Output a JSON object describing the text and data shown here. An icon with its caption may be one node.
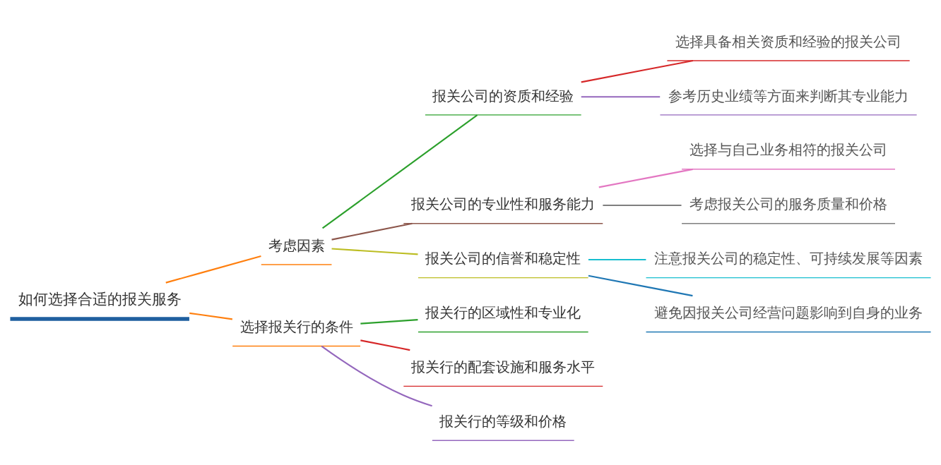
{
  "diagram": {
    "nodes": [
      {
        "text": [
          "如何选择合适的报关服务"
        ]
      },
      {
        "text": [
          "考虑因素"
        ]
      },
      {
        "text": [
          "报关公司的资质和经验"
        ]
      },
      {
        "text": [
          "选择具备相关资质和经验的报关公司"
        ]
      },
      {
        "text": [
          "参考历史业绩等方面来判断其专业能力"
        ]
      },
      {
        "text": [
          "报关公司的专业性和服务能力"
        ]
      },
      {
        "text": [
          "选择与自己业务相符的报关公司"
        ]
      },
      {
        "text": [
          "考虑报关公司的服务质量和价格"
        ]
      },
      {
        "text": [
          "报关公司的信誉和稳定性"
        ]
      },
      {
        "text": [
          "注意报关公司的稳定性、可持续发展等因素"
        ]
      },
      {
        "text": [
          "避免因报关公司经营问题影响到自身的业务"
        ]
      },
      {
        "text": [
          "选择报关行的条件"
        ]
      },
      {
        "text": [
          "报关行的区域性和专业化"
        ]
      },
      {
        "text": [
          "报关行的配套设施和服务水平"
        ]
      },
      {
        "text": [
          "报关行的等级和价格"
        ]
      }
    ],
    "edges": [
      {
        "from": 0,
        "to": 1,
        "arrow": "none",
        "color": "#ff7f0e"
      },
      {
        "from": 1,
        "to": 2,
        "arrow": "none",
        "color": "#2ca02c"
      },
      {
        "from": 2,
        "to": 3,
        "arrow": "none",
        "color": "#d62728"
      },
      {
        "from": 2,
        "to": 4,
        "arrow": "none",
        "color": "#9467bd"
      },
      {
        "from": 1,
        "to": 5,
        "arrow": "none",
        "color": "#8c564b"
      },
      {
        "from": 5,
        "to": 6,
        "arrow": "none",
        "color": "#e377c2"
      },
      {
        "from": 5,
        "to": 7,
        "arrow": "none",
        "color": "#7f7f7f"
      },
      {
        "from": 1,
        "to": 8,
        "arrow": "none",
        "color": "#bcbd22"
      },
      {
        "from": 8,
        "to": 9,
        "arrow": "none",
        "color": "#17becf"
      },
      {
        "from": 8,
        "to": 10,
        "arrow": "none",
        "color": "#1f77b4"
      },
      {
        "from": 0,
        "to": 11,
        "arrow": "none",
        "color": "#ff7f0e"
      },
      {
        "from": 11,
        "to": 12,
        "arrow": "none",
        "color": "#2ca02c"
      },
      {
        "from": 11,
        "to": 13,
        "arrow": "none",
        "color": "#d62728"
      },
      {
        "from": 11,
        "to": 14,
        "arrow": "none",
        "color": "#9467bd"
      }
    ]
  }
}
